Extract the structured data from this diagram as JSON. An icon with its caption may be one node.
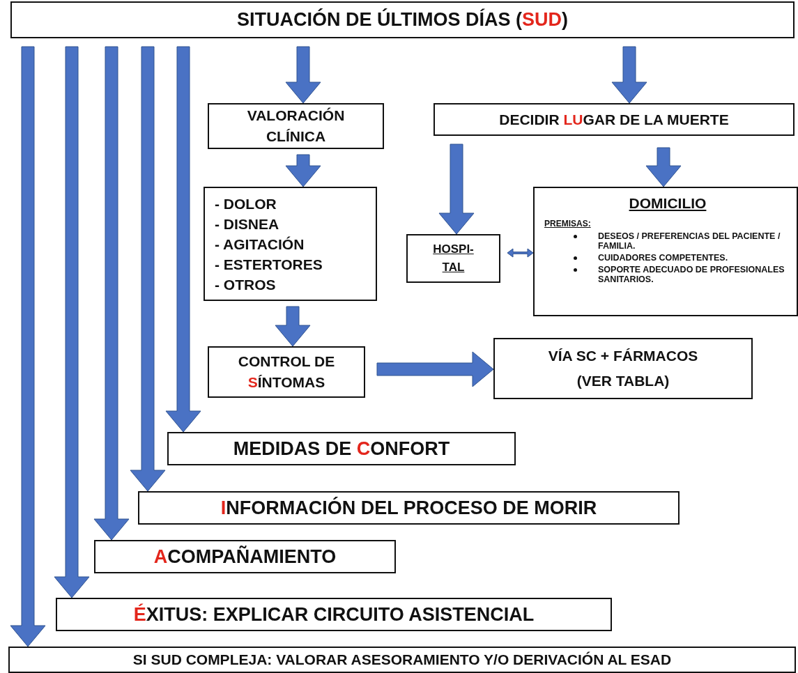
{
  "diagram": {
    "nodes": [
      {
        "text": [
          "SITUACIÓN DE ÚLTIMOS DÍAS (**SUD**)"
        ]
      },
      {
        "text": [
          "VALORACIÓN CLÍNICA"
        ]
      },
      {
        "text": [
          "DECIDIR **LU**GAR DE LA MUERTE"
        ]
      },
      {
        "text": [
          "- DOLOR",
          "- DISNEA",
          "- AGITACIÓN",
          "- ESTERTORES",
          "- OTROS"
        ]
      },
      {
        "text": [
          "HOSPI- TAL"
        ]
      },
      {
        "text": [
          "DOMICILIO",
          "PREMISAS:",
          "DESEOS / PREFERENCIAS DEL PACIENTE / FAMILIA.",
          "CUIDADORES COMPETENTES.",
          "SOPORTE ADECUADO DE PROFESIONALES SANITARIOS."
        ]
      },
      {
        "text": [
          "CONTROL DE **S**ÍNTOMAS"
        ]
      },
      {
        "text": [
          "VÍA SC + FÁRMACOS",
          "(VER TABLA)"
        ]
      },
      {
        "text": [
          "MEDIDAS DE **C**ONFORT"
        ]
      },
      {
        "text": [
          "**I**NFORMACIÓN DEL PROCESO DE MORIR"
        ]
      },
      {
        "text": [
          "**A**COMPAÑAMIENTO"
        ]
      },
      {
        "text": [
          "**É**XITUS: EXPLICAR CIRCUITO ASISTENCIAL"
        ]
      },
      {
        "text": [
          "SI SUD COMPLEJA: VALORAR ASESORAMIENTO Y/O DERIVACIÓN AL ESAD"
        ]
      }
    ],
    "edges": [
      {
        "from": 0,
        "to": 1,
        "arrow": "to"
      },
      {
        "from": 0,
        "to": 2,
        "arrow": "to"
      },
      {
        "from": 1,
        "to": 3,
        "arrow": "to"
      },
      {
        "from": 3,
        "to": 6,
        "arrow": "to"
      },
      {
        "from": 6,
        "to": 7,
        "arrow": "to"
      },
      {
        "from": 2,
        "to": 4,
        "arrow": "to"
      },
      {
        "from": 2,
        "to": 5,
        "arrow": "to"
      },
      {
        "from": 4,
        "to": 5,
        "arrow": "both"
      },
      {
        "from": 0,
        "to": 8,
        "arrow": "to"
      },
      {
        "from": 0,
        "to": 9,
        "arrow": "to"
      },
      {
        "from": 0,
        "to": 10,
        "arrow": "to"
      },
      {
        "from": 0,
        "to": 11,
        "arrow": "to"
      },
      {
        "from": 0,
        "to": 12,
        "arrow": "to"
      }
    ]
  }
}
